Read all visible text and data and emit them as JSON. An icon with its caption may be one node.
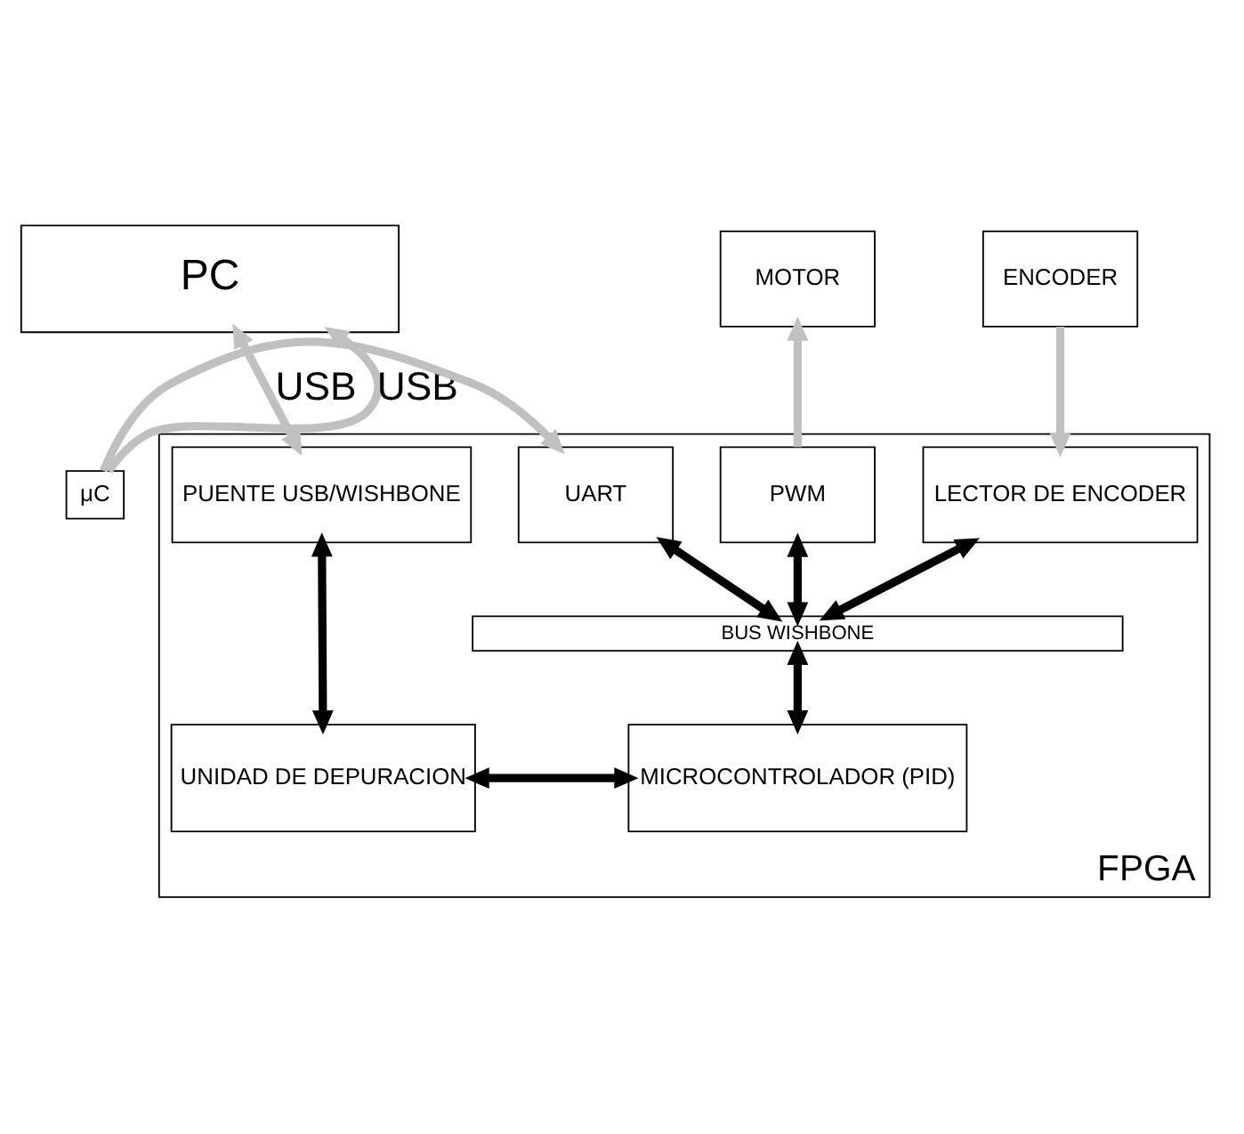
{
  "diagram": {
    "nodes": [
      {
        "text": [
          "ENCODER"
        ]
      },
      {
        "text": [
          "MOTOR"
        ]
      },
      {
        "text": [
          "PC"
        ]
      },
      {
        "text": [
          "FPGA"
        ]
      },
      {
        "text": [
          "LECTOR DE ENCODER"
        ],
        "in": 3
      },
      {
        "text": [
          "PWM"
        ],
        "in": 3
      },
      {
        "text": [
          "UART"
        ],
        "in": 3
      },
      {
        "text": [
          "PUENTE USB/WISHBONE"
        ],
        "in": 3
      },
      {
        "text": [
          "BUS WISHBONE"
        ],
        "in": 3
      },
      {
        "text": [
          "MICROCONTROLADOR (PID)"
        ],
        "in": 3
      },
      {
        "text": [
          "UNIDAD DE DEPURACION"
        ],
        "in": 3
      },
      {
        "text": [
          "μC"
        ]
      }
    ],
    "edges": [
      {
        "from": 0,
        "to": 4,
        "arrow": "to",
        "color": "#c0c0c0"
      },
      {
        "from": 5,
        "to": 1,
        "arrow": "to",
        "color": "#c0c0c0"
      },
      {
        "from": 11,
        "to": 2,
        "arrow": "to",
        "label": "USB",
        "color": "#c0c0c0"
      },
      {
        "from": 11,
        "to": 6,
        "arrow": "to",
        "color": "#c0c0c0"
      },
      {
        "from": 2,
        "to": 7,
        "arrow": "both",
        "label": "USB",
        "color": "#c0c0c0"
      },
      {
        "from": 4,
        "to": 8,
        "arrow": "both"
      },
      {
        "from": 5,
        "to": 8,
        "arrow": "both"
      },
      {
        "from": 6,
        "to": 8,
        "arrow": "both"
      },
      {
        "from": 8,
        "to": 9,
        "arrow": "both"
      },
      {
        "from": 7,
        "to": 10,
        "arrow": "both"
      },
      {
        "from": 9,
        "to": 10,
        "arrow": "both"
      }
    ]
  }
}
